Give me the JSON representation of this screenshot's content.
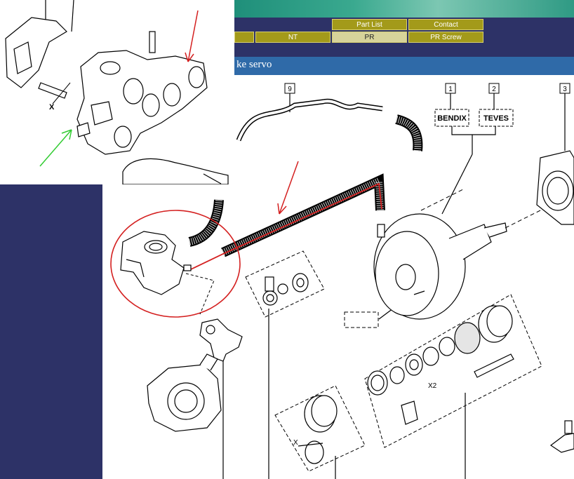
{
  "nav": {
    "row1": [
      {
        "label": "Part List"
      },
      {
        "label": "Contact"
      }
    ],
    "row2": [
      {
        "label": ""
      },
      {
        "label": "NT"
      },
      {
        "label": "PR"
      },
      {
        "label": "PR Screw"
      }
    ]
  },
  "page": {
    "title": "ke servo"
  },
  "diagram": {
    "callouts": [
      "9",
      "1",
      "2",
      "3"
    ],
    "variants": [
      "BENDIX",
      "TEVES"
    ],
    "quantity_label": "X2",
    "x_label": "X",
    "inset_x_label": "X"
  },
  "colors": {
    "nav_bg": "#2d3267",
    "button_bg": "#a39a1a",
    "button_active": "#d7d39a",
    "title_bar": "#2f6aa8",
    "highlight_red": "#d42020",
    "highlight_green": "#33cc33"
  }
}
